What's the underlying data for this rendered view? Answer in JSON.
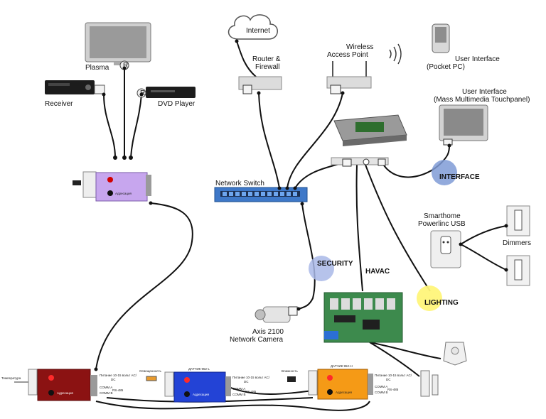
{
  "labels": {
    "plasma": "Plasma",
    "receiver": "Receiver",
    "dvd_player": "DVD Player",
    "internet": "Internet",
    "router_line1": "Router &",
    "router_line2": "Firewall",
    "wireless_line1": "Wireless",
    "wireless_line2": "Access Point",
    "ui_pocket_line1": "User Interface",
    "ui_pocket_line2": "(Pocket PC)",
    "ui_touch_line1": "User Interface",
    "ui_touch_line2": "(Mass Multimedia Touchpanel)",
    "network_switch": "Network Switch",
    "smarthome_line1": "Smarthome",
    "smarthome_line2": "Powerlinc USB",
    "dimmers": "Dimmers",
    "camera_line1": "Axis 2100",
    "camera_line2": "Network Camera"
  },
  "badges": {
    "interface": "INTERFACE",
    "security": "SECURITY",
    "havac": "HAVAC",
    "lighting": "LIGHTING"
  },
  "sensors": {
    "top_hint": "Адресация",
    "t_title": "ДАТЧИК 952-T",
    "l_title": "ДАТЧИК 952-L",
    "h_title": "ДАТЧИК 952-H",
    "t_input": "Температура",
    "l_input": "Освещенность",
    "h_input": "Влажность",
    "addressing": "Адресация",
    "power_line1": "Питание 10-15 вольт AC/",
    "power_line2": "DC",
    "comm_a": "COMM A",
    "comm_b": "COMM B",
    "rs485": "RS-485"
  },
  "colors": {
    "interface": "#7f9bd6",
    "security": "#a9b9e8",
    "lighting": "#fff57a",
    "sensor_top": "#c7a6ee",
    "sensor_t": "#8b1212",
    "sensor_l": "#2343d6",
    "sensor_h": "#f59a16",
    "switch": "#3e78c8"
  }
}
